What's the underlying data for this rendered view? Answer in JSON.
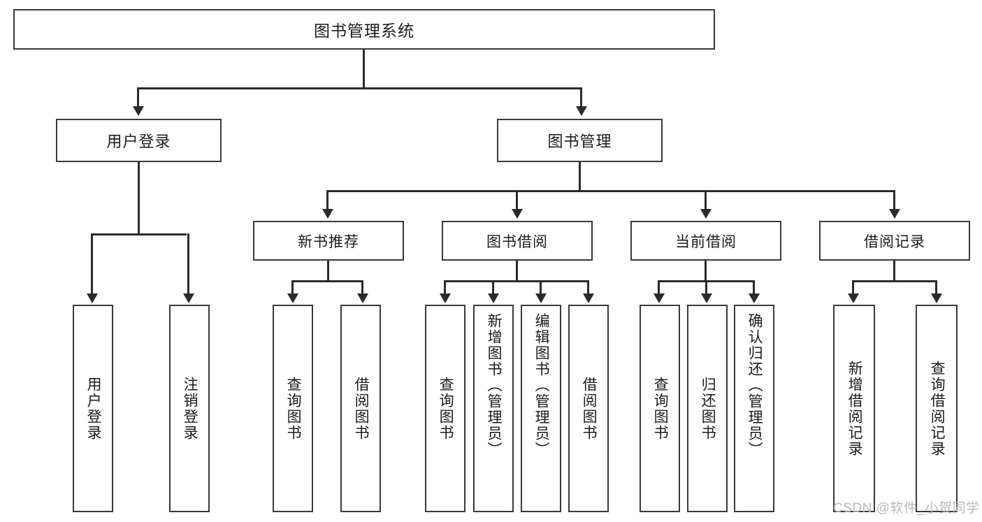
{
  "diagram": {
    "type": "tree",
    "title": "图书管理系统",
    "watermark": "CSDN @软件_小贺同学",
    "colors": {
      "box_border": "#3a3a3a",
      "connector": "#2b2b2b",
      "text": "#1b1b1b",
      "background": "#ffffff",
      "watermark": "#b9b9b9"
    },
    "root": {
      "label": "图书管理系统"
    },
    "level1": [
      {
        "label": "用户登录"
      },
      {
        "label": "图书管理"
      }
    ],
    "level2": [
      {
        "label": "新书推荐"
      },
      {
        "label": "图书借阅"
      },
      {
        "label": "当前借阅"
      },
      {
        "label": "借阅记录"
      }
    ],
    "leaves": {
      "user_login": [
        {
          "label": "用户登录"
        },
        {
          "label": "注销登录"
        }
      ],
      "new_book_recommend": [
        {
          "label": "查询图书"
        },
        {
          "label": "借阅图书"
        }
      ],
      "book_borrow": [
        {
          "label": "查询图书"
        },
        {
          "label": "新增图书（管理员）"
        },
        {
          "label": "编辑图书（管理员）"
        },
        {
          "label": "借阅图书"
        }
      ],
      "current_borrow": [
        {
          "label": "查询图书"
        },
        {
          "label": "归还图书"
        },
        {
          "label": "确认归还（管理员）"
        }
      ],
      "borrow_record": [
        {
          "label": "新增借阅记录"
        },
        {
          "label": "查询借阅记录"
        }
      ]
    }
  }
}
